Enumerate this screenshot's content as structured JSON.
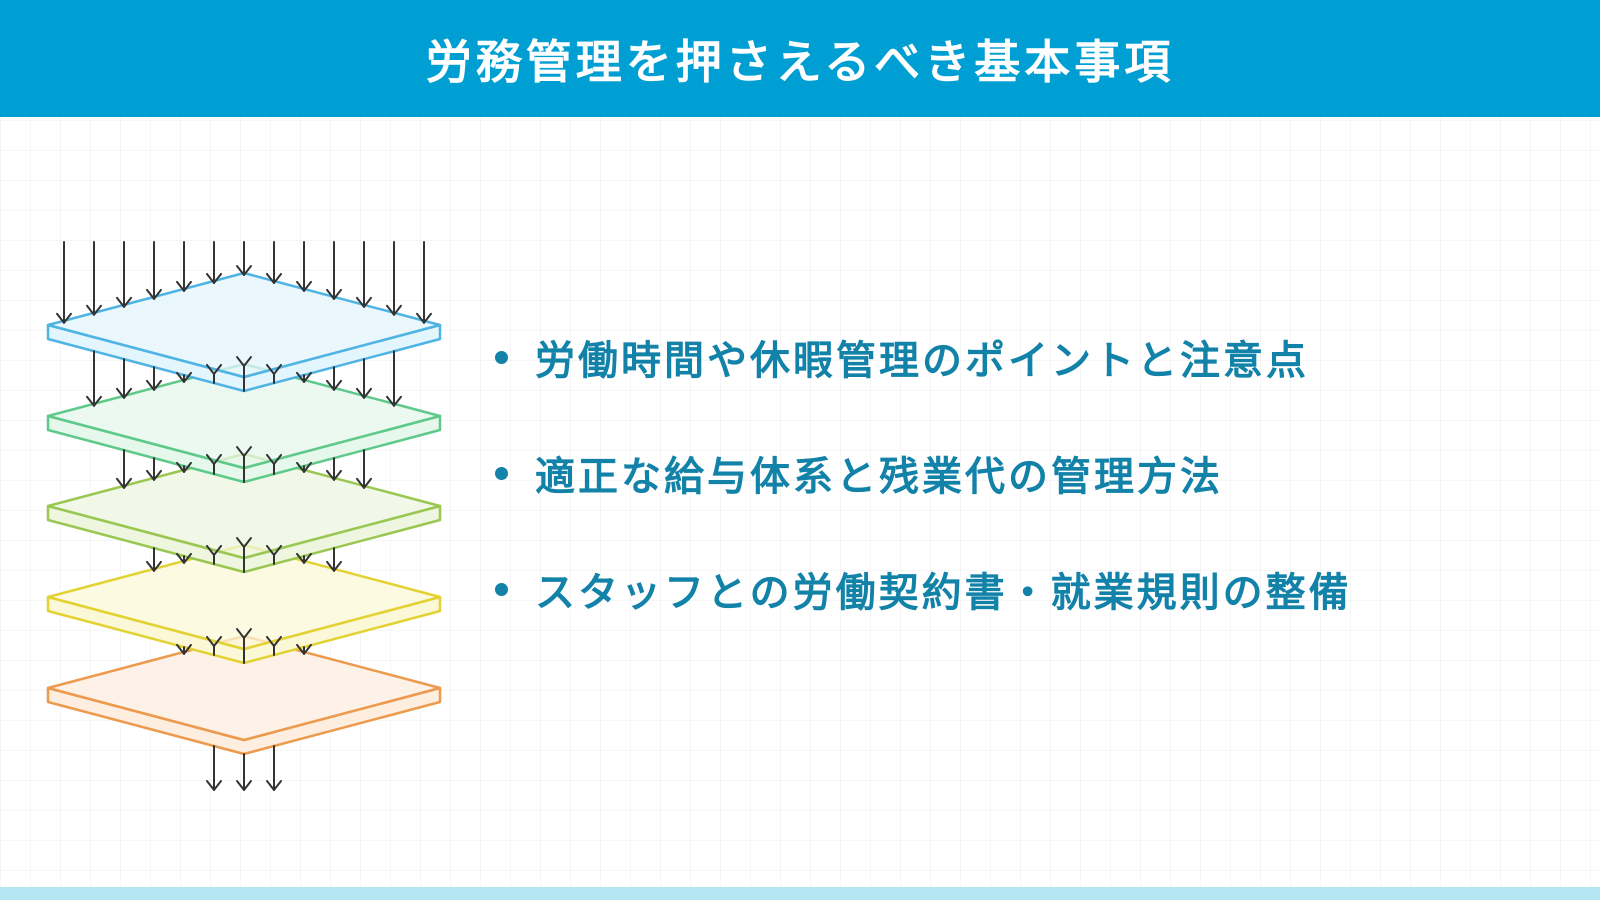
{
  "header": {
    "title": "労務管理を押さえるべき基本事項"
  },
  "points": [
    "労働時間や休暇管理のポイントと注意点",
    "適正な給与体系と残業代の管理方法",
    "スタッフとの労働契約書・就業規則の整備"
  ],
  "diagram": {
    "layers": [
      {
        "fill": "#e3f6fd",
        "stroke": "#4fb4e3"
      },
      {
        "fill": "#e6f7ec",
        "stroke": "#5fc98a"
      },
      {
        "fill": "#eef6df",
        "stroke": "#99c752"
      },
      {
        "fill": "#fbf8d7",
        "stroke": "#e3d233"
      },
      {
        "fill": "#fdeee0",
        "stroke": "#ec9a4d"
      }
    ],
    "arrow_color": "#333333"
  },
  "colors": {
    "header_bg": "#009fd3",
    "text_accent": "#1282a8",
    "footer_bar": "#b3e6f1"
  }
}
